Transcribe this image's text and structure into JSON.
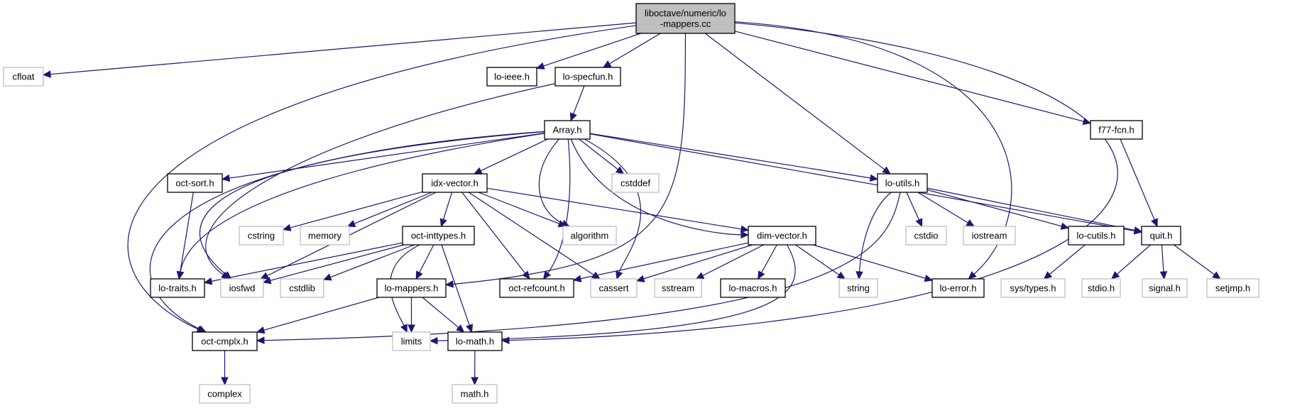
{
  "diagram": {
    "type": "include-dependency-graph",
    "edge_color": "#191970",
    "root_fill": "#bfbfbf",
    "system_header_border": "#bfbfbf",
    "project_header_border": "#000000",
    "nodes": [
      {
        "id": "root",
        "label_lines": [
          "liboctave/numeric/lo",
          "-mappers.cc"
        ],
        "kind": "root"
      },
      {
        "id": "cfloat",
        "label_lines": [
          "cfloat"
        ],
        "kind": "system"
      },
      {
        "id": "lo-ieee",
        "label_lines": [
          "lo-ieee.h"
        ],
        "kind": "project"
      },
      {
        "id": "lo-specfun",
        "label_lines": [
          "lo-specfun.h"
        ],
        "kind": "project"
      },
      {
        "id": "f77-fcn",
        "label_lines": [
          "f77-fcn.h"
        ],
        "kind": "project"
      },
      {
        "id": "Array",
        "label_lines": [
          "Array.h"
        ],
        "kind": "project"
      },
      {
        "id": "oct-sort",
        "label_lines": [
          "oct-sort.h"
        ],
        "kind": "project"
      },
      {
        "id": "idx-vector",
        "label_lines": [
          "idx-vector.h"
        ],
        "kind": "project"
      },
      {
        "id": "cstddef",
        "label_lines": [
          "cstddef"
        ],
        "kind": "system"
      },
      {
        "id": "lo-utils",
        "label_lines": [
          "lo-utils.h"
        ],
        "kind": "project"
      },
      {
        "id": "cstring",
        "label_lines": [
          "cstring"
        ],
        "kind": "system"
      },
      {
        "id": "memory",
        "label_lines": [
          "memory"
        ],
        "kind": "system"
      },
      {
        "id": "oct-inttypes",
        "label_lines": [
          "oct-inttypes.h"
        ],
        "kind": "project"
      },
      {
        "id": "algorithm",
        "label_lines": [
          "algorithm"
        ],
        "kind": "system"
      },
      {
        "id": "dim-vector",
        "label_lines": [
          "dim-vector.h"
        ],
        "kind": "project"
      },
      {
        "id": "cstdio",
        "label_lines": [
          "cstdio"
        ],
        "kind": "system"
      },
      {
        "id": "iostream",
        "label_lines": [
          "iostream"
        ],
        "kind": "system"
      },
      {
        "id": "lo-cutils",
        "label_lines": [
          "lo-cutils.h"
        ],
        "kind": "project"
      },
      {
        "id": "quit",
        "label_lines": [
          "quit.h"
        ],
        "kind": "project"
      },
      {
        "id": "lo-traits",
        "label_lines": [
          "lo-traits.h"
        ],
        "kind": "project"
      },
      {
        "id": "iosfwd",
        "label_lines": [
          "iosfwd"
        ],
        "kind": "system"
      },
      {
        "id": "cstdlib",
        "label_lines": [
          "cstdlib"
        ],
        "kind": "system"
      },
      {
        "id": "lo-mappers",
        "label_lines": [
          "lo-mappers.h"
        ],
        "kind": "project"
      },
      {
        "id": "oct-refcount",
        "label_lines": [
          "oct-refcount.h"
        ],
        "kind": "project"
      },
      {
        "id": "cassert",
        "label_lines": [
          "cassert"
        ],
        "kind": "system"
      },
      {
        "id": "sstream",
        "label_lines": [
          "sstream"
        ],
        "kind": "system"
      },
      {
        "id": "lo-macros",
        "label_lines": [
          "lo-macros.h"
        ],
        "kind": "project"
      },
      {
        "id": "string",
        "label_lines": [
          "string"
        ],
        "kind": "system"
      },
      {
        "id": "lo-error",
        "label_lines": [
          "lo-error.h"
        ],
        "kind": "project"
      },
      {
        "id": "sys-types",
        "label_lines": [
          "sys/types.h"
        ],
        "kind": "system"
      },
      {
        "id": "stdio",
        "label_lines": [
          "stdio.h"
        ],
        "kind": "system"
      },
      {
        "id": "signal",
        "label_lines": [
          "signal.h"
        ],
        "kind": "system"
      },
      {
        "id": "setjmp",
        "label_lines": [
          "setjmp.h"
        ],
        "kind": "system"
      },
      {
        "id": "oct-cmplx",
        "label_lines": [
          "oct-cmplx.h"
        ],
        "kind": "project"
      },
      {
        "id": "limits",
        "label_lines": [
          "limits"
        ],
        "kind": "system"
      },
      {
        "id": "lo-math",
        "label_lines": [
          "lo-math.h"
        ],
        "kind": "project"
      },
      {
        "id": "complex",
        "label_lines": [
          "complex"
        ],
        "kind": "system"
      },
      {
        "id": "math",
        "label_lines": [
          "math.h"
        ],
        "kind": "system"
      }
    ],
    "edges": [
      [
        "root",
        "cfloat"
      ],
      [
        "root",
        "lo-ieee"
      ],
      [
        "root",
        "lo-specfun"
      ],
      [
        "root",
        "oct-cmplx"
      ],
      [
        "root",
        "lo-mappers"
      ],
      [
        "root",
        "lo-utils"
      ],
      [
        "root",
        "lo-error"
      ],
      [
        "root",
        "f77-fcn"
      ],
      [
        "root",
        "lo-math"
      ],
      [
        "lo-specfun",
        "Array"
      ],
      [
        "lo-specfun",
        "iosfwd"
      ],
      [
        "Array",
        "oct-sort"
      ],
      [
        "Array",
        "idx-vector"
      ],
      [
        "Array",
        "cstddef"
      ],
      [
        "Array",
        "lo-utils"
      ],
      [
        "Array",
        "quit"
      ],
      [
        "Array",
        "algorithm"
      ],
      [
        "Array",
        "dim-vector"
      ],
      [
        "Array",
        "oct-refcount"
      ],
      [
        "Array",
        "cassert"
      ],
      [
        "Array",
        "lo-traits"
      ],
      [
        "Array",
        "oct-cmplx"
      ],
      [
        "Array",
        "iosfwd"
      ],
      [
        "oct-sort",
        "lo-traits"
      ],
      [
        "idx-vector",
        "cstring"
      ],
      [
        "idx-vector",
        "memory"
      ],
      [
        "idx-vector",
        "oct-inttypes"
      ],
      [
        "idx-vector",
        "algorithm"
      ],
      [
        "idx-vector",
        "dim-vector"
      ],
      [
        "idx-vector",
        "oct-refcount"
      ],
      [
        "idx-vector",
        "cassert"
      ],
      [
        "idx-vector",
        "iosfwd"
      ],
      [
        "oct-inttypes",
        "lo-traits"
      ],
      [
        "oct-inttypes",
        "iosfwd"
      ],
      [
        "oct-inttypes",
        "cstdlib"
      ],
      [
        "oct-inttypes",
        "lo-mappers"
      ],
      [
        "oct-inttypes",
        "limits"
      ],
      [
        "oct-inttypes",
        "lo-math"
      ],
      [
        "dim-vector",
        "oct-refcount"
      ],
      [
        "dim-vector",
        "cassert"
      ],
      [
        "dim-vector",
        "sstream"
      ],
      [
        "dim-vector",
        "lo-macros"
      ],
      [
        "dim-vector",
        "string"
      ],
      [
        "dim-vector",
        "lo-error"
      ],
      [
        "dim-vector",
        "limits"
      ],
      [
        "lo-utils",
        "cstdio"
      ],
      [
        "lo-utils",
        "iostream"
      ],
      [
        "lo-utils",
        "lo-cutils"
      ],
      [
        "lo-utils",
        "quit"
      ],
      [
        "lo-utils",
        "string"
      ],
      [
        "lo-utils",
        "oct-cmplx"
      ],
      [
        "lo-cutils",
        "sys-types"
      ],
      [
        "f77-fcn",
        "quit"
      ],
      [
        "quit",
        "stdio"
      ],
      [
        "quit",
        "signal"
      ],
      [
        "quit",
        "setjmp"
      ],
      [
        "lo-mappers",
        "oct-cmplx"
      ],
      [
        "lo-mappers",
        "limits"
      ],
      [
        "lo-mappers",
        "lo-math"
      ],
      [
        "oct-cmplx",
        "complex"
      ],
      [
        "lo-math",
        "math"
      ]
    ]
  }
}
